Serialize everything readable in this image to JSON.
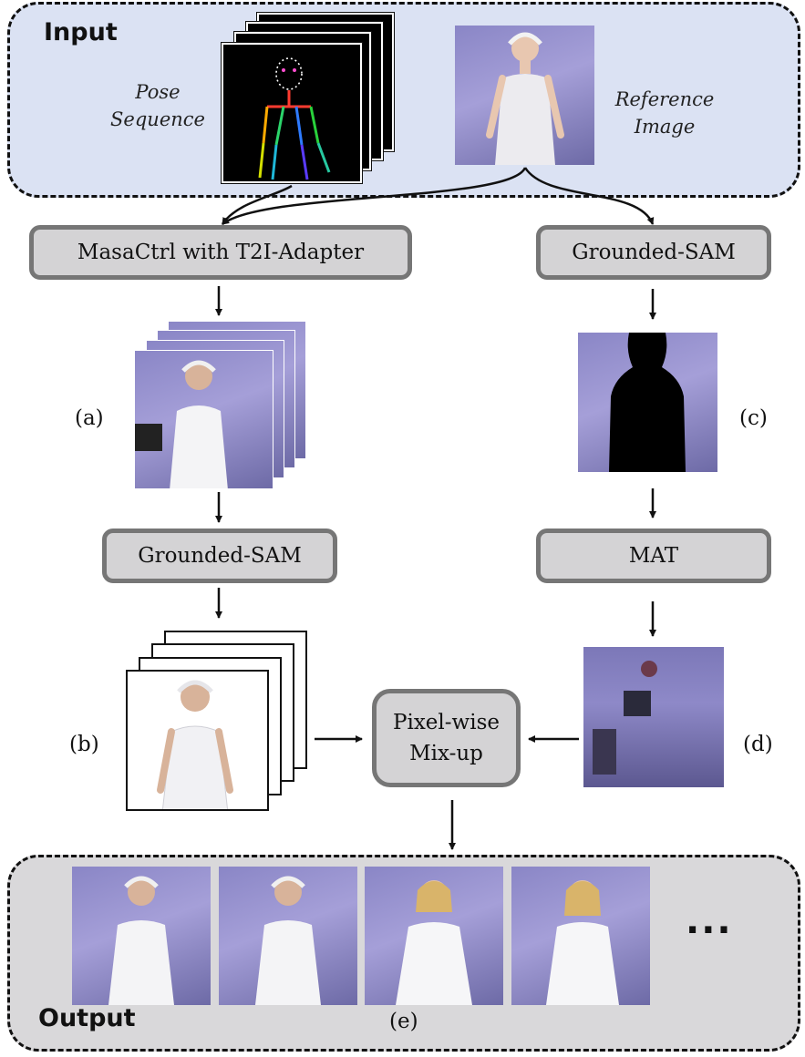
{
  "input_panel": {
    "title": "Input",
    "pose_label_line1": "Pose",
    "pose_label_line2": "Sequence",
    "reference_label_line1": "Reference",
    "reference_label_line2": "Image"
  },
  "left_pipeline": {
    "module1": "MasaCtrl with T2I-Adapter",
    "tag_a": "(a)",
    "module2": "Grounded-SAM",
    "tag_b": "(b)"
  },
  "right_pipeline": {
    "module1": "Grounded-SAM",
    "tag_c": "(c)",
    "module2": "MAT",
    "tag_d": "(d)"
  },
  "mixup": {
    "line1": "Pixel-wise",
    "line2": "Mix-up"
  },
  "output_panel": {
    "title": "Output",
    "ellipsis": "...",
    "tag_e": "(e)"
  },
  "colors": {
    "input_bg": "#dbe2f3",
    "output_bg": "#d9d8da",
    "module_fill": "#d4d3d5",
    "module_border": "#767676",
    "photo_tint": "#8a86c6"
  }
}
